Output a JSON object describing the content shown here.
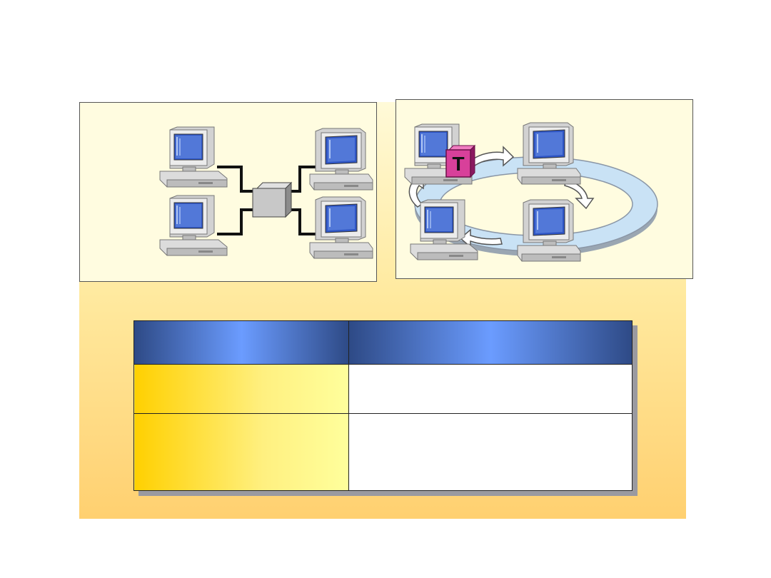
{
  "diagrams": {
    "star": {
      "topology": "star",
      "center_node": "hub",
      "computer_count": 4
    },
    "ring": {
      "topology": "ring",
      "computer_count": 4,
      "token_label": "T",
      "flow_direction": "clockwise"
    }
  },
  "table": {
    "headers": [
      "",
      ""
    ],
    "rows": [
      [
        "",
        ""
      ],
      [
        "",
        ""
      ]
    ]
  },
  "colors": {
    "backdrop_top": "#fffad8",
    "backdrop_bottom": "#ffd070",
    "header_dark": "#2e4a86",
    "header_light": "#6b9cff",
    "row_label_gold": "#ffd000",
    "screen_blue": "#2f56c6",
    "token_magenta": "#e040a0",
    "ring_fill": "#c9e2f5"
  }
}
